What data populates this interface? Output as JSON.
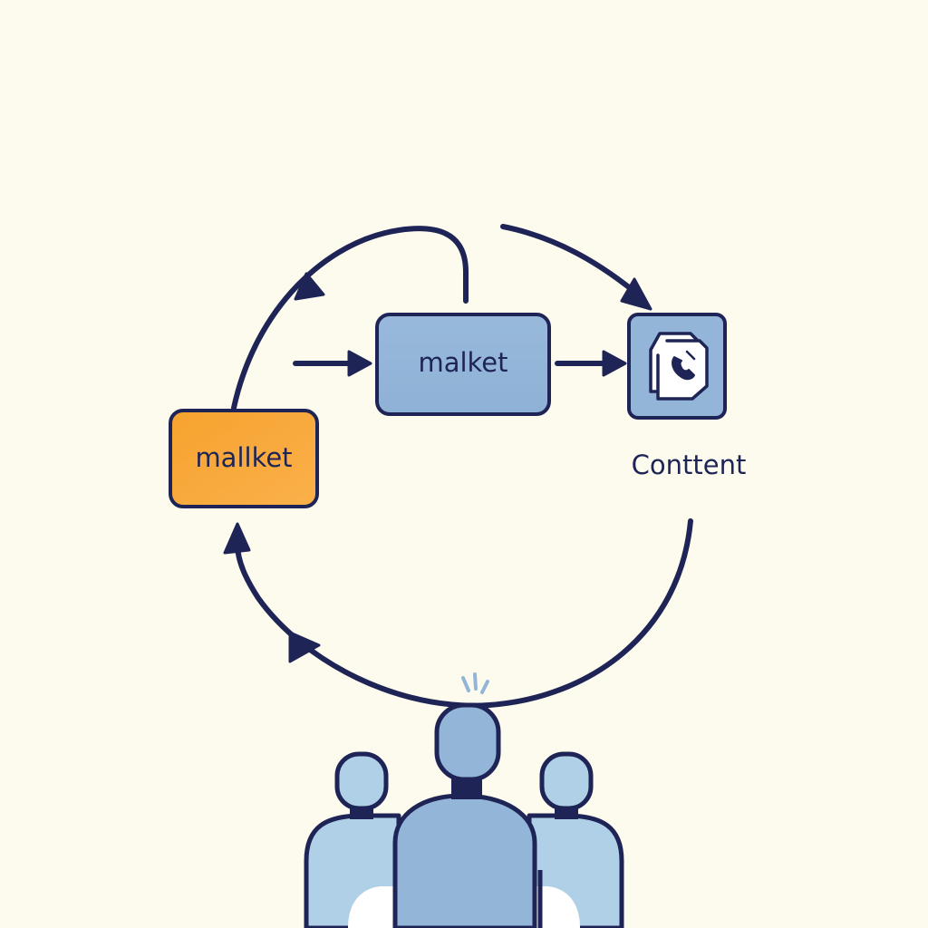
{
  "diagram": {
    "nodes": {
      "center": {
        "label": "malket"
      },
      "left": {
        "label": "mallket"
      },
      "right": {
        "icon": "phone-document-icon",
        "caption": "Conttent"
      }
    },
    "people_icon": "people-group-icon"
  },
  "colors": {
    "background": "#fdfbee",
    "stroke": "#1e2455",
    "blue_box": "#93b5d8",
    "orange_box": "#f8a93a",
    "people_front": "#93b5d8",
    "people_back": "#afd0e6"
  }
}
